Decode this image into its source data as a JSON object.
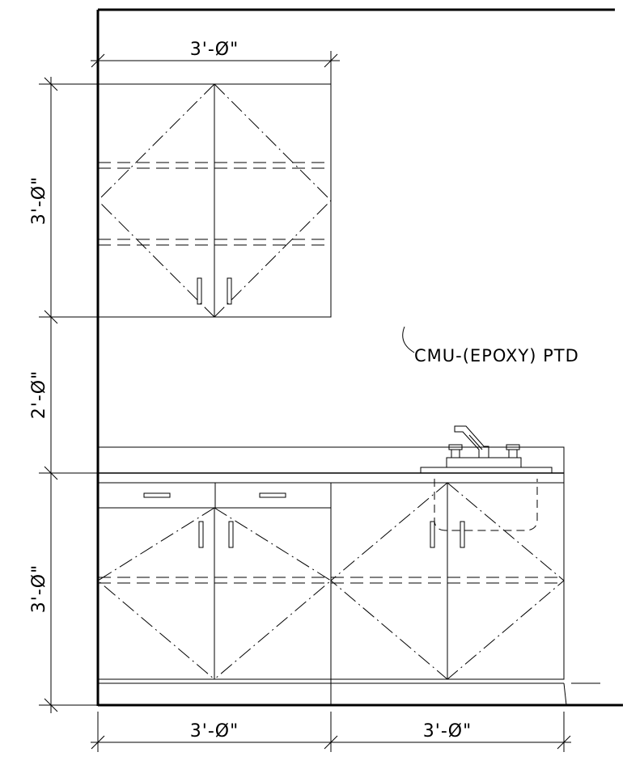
{
  "dimensions": {
    "upper_cabinet_width": "3'-Ø\"",
    "upper_cabinet_height": "3'-Ø\"",
    "gap_height": "2'-Ø\"",
    "base_cabinet_height": "3'-Ø\"",
    "base_left_width": "3'-Ø\"",
    "base_right_width": "3'-Ø\""
  },
  "notes": {
    "wall_finish": "CMU-(EPOXY) PTD"
  }
}
